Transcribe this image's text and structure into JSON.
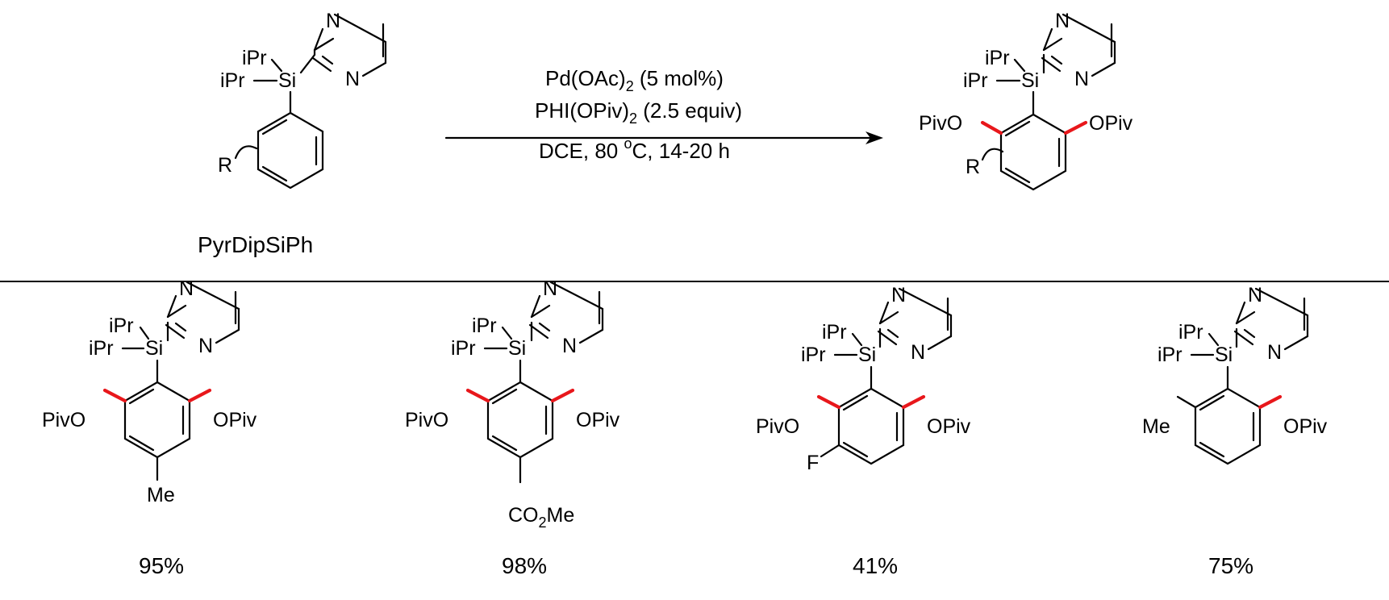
{
  "reaction": {
    "reactant_name": "PyrDipSiPh",
    "conditions": {
      "line1_main": "Pd(OAc)",
      "line1_sub": "2",
      "line1_tail": " (5 mol%)",
      "line2_main": "PHI(OPiv)",
      "line2_sub": "2",
      "line2_tail": " (2.5 equiv)",
      "line3_main": "DCE, 80 ",
      "line3_sup": "o",
      "line3_tail": "C, 14-20 h"
    }
  },
  "labels": {
    "ipr": "iPr",
    "si": "Si",
    "n": "N",
    "r": "R",
    "opiv": "OPiv",
    "pivo": "PivO",
    "me": "Me",
    "f": "F",
    "co2me_a": "CO",
    "co2me_sub": "2",
    "co2me_b": "Me"
  },
  "products": [
    {
      "substituent": "Me",
      "yield": "95%"
    },
    {
      "substituent": "CO2Me",
      "yield": "98%"
    },
    {
      "substituent": "F",
      "yield": "41%"
    },
    {
      "substituent": "Me",
      "yield": "75%"
    }
  ],
  "colors": {
    "highlight_bond": "#e8171b",
    "ink": "#000000"
  }
}
